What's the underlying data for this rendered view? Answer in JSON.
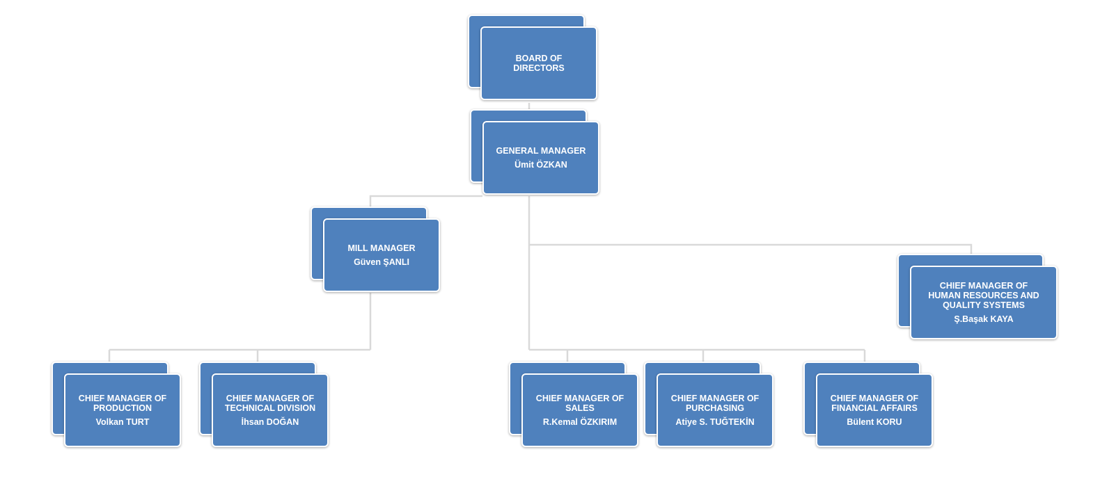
{
  "colors": {
    "box_fill": "#4f81bd",
    "box_border": "#ffffff",
    "connector": "#d9d9d9",
    "text": "#ffffff"
  },
  "nodes": {
    "board": {
      "title": "BOARD OF\nDIRECTORS",
      "person": ""
    },
    "general_manager": {
      "title": "GENERAL MANAGER",
      "person": "Ümit ÖZKAN"
    },
    "mill_manager": {
      "title": "MILL MANAGER",
      "person": "Güven ŞANLI"
    },
    "hr_quality": {
      "title": "CHIEF MANAGER OF\nHUMAN RESOURCES AND\nQUALITY SYSTEMS",
      "person": "Ş.Başak KAYA"
    },
    "production": {
      "title": "CHIEF MANAGER OF\nPRODUCTION",
      "person": "Volkan TURT"
    },
    "technical": {
      "title": "CHIEF MANAGER OF\nTECHNICAL DIVISION",
      "person": "İhsan DOĞAN"
    },
    "sales": {
      "title": "CHIEF MANAGER OF\nSALES",
      "person": "R.Kemal ÖZKIRIM"
    },
    "purchasing": {
      "title": "CHIEF MANAGER OF\nPURCHASING",
      "person": "Atiye S. TUĞTEKİN"
    },
    "financial": {
      "title": "CHIEF MANAGER OF\nFINANCIAL AFFAIRS",
      "person": "Bülent KORU"
    }
  }
}
